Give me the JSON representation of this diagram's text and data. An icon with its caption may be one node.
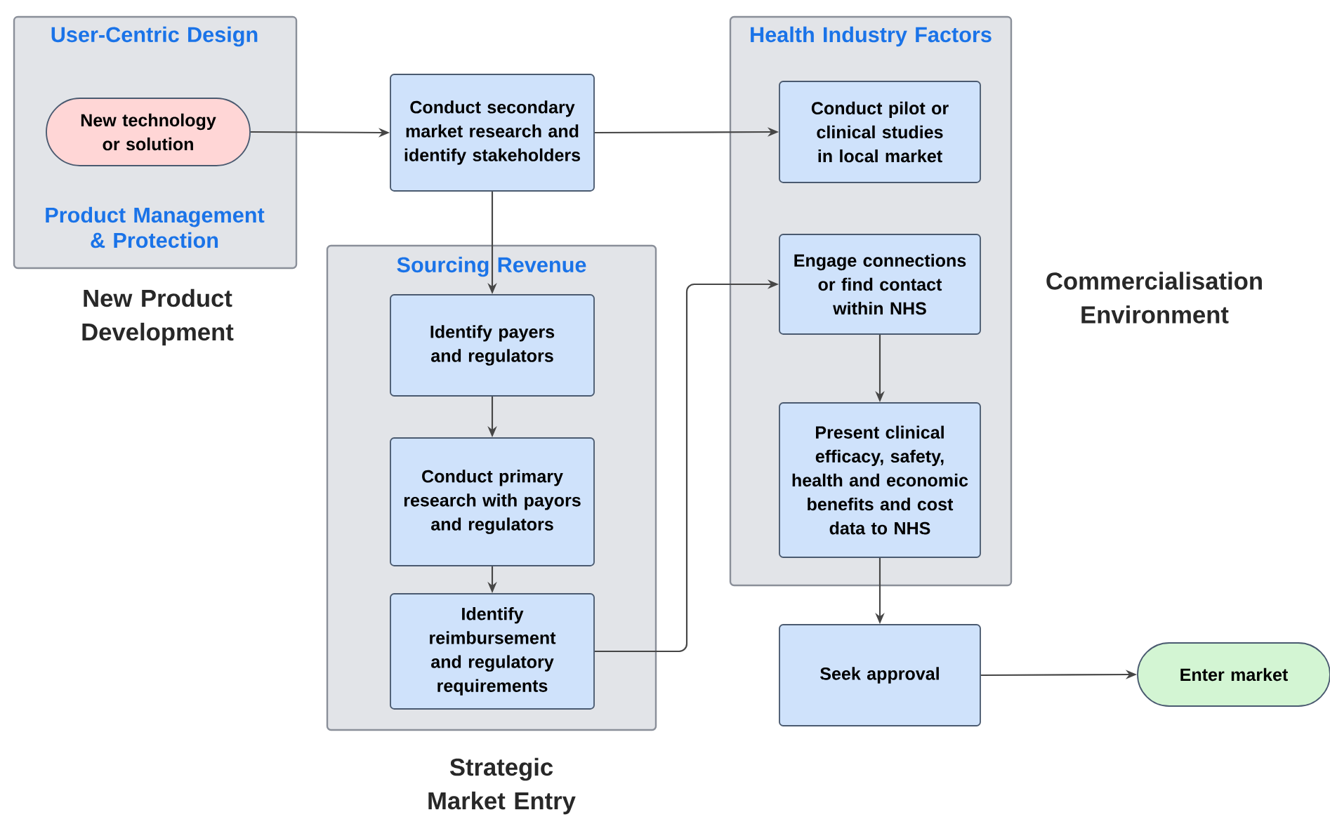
{
  "diagram": {
    "nodes": [
      {
        "text": [
          "User-Centric Design",
          "Product Management & Protection"
        ],
        "beside": [
          "New Product Development"
        ]
      },
      {
        "text": [
          "New technology or solution"
        ],
        "in": 0
      },
      {
        "text": [
          "Conduct secondary market research and identify stakeholders"
        ]
      },
      {
        "text": [
          "Sourcing Revenue"
        ],
        "beside": [
          "Strategic Market Entry"
        ]
      },
      {
        "text": [
          "Identify payers and regulators"
        ],
        "in": 3
      },
      {
        "text": [
          "Conduct primary research with payors and regulators"
        ],
        "in": 3
      },
      {
        "text": [
          "Identify reimbursement and regulatory requirements"
        ],
        "in": 3
      },
      {
        "text": [
          "Health Industry Factors"
        ],
        "beside": [
          "Commercialisation Environment"
        ]
      },
      {
        "text": [
          "Conduct pilot or clinical studies in local market"
        ],
        "in": 7
      },
      {
        "text": [
          "Engage connections or find contact within NHS"
        ],
        "in": 7
      },
      {
        "text": [
          "Present clinical efficacy, safety, health and economic benefits and cost data to NHS"
        ],
        "in": 7
      },
      {
        "text": [
          "Seek approval"
        ]
      },
      {
        "text": [
          "Enter market"
        ]
      }
    ],
    "edges": [
      {
        "from": 1,
        "to": 2,
        "arrow": "to"
      },
      {
        "from": 2,
        "to": 8,
        "arrow": "to"
      },
      {
        "from": 2,
        "to": 4,
        "arrow": "to"
      },
      {
        "from": 4,
        "to": 5,
        "arrow": "to"
      },
      {
        "from": 5,
        "to": 6,
        "arrow": "to"
      },
      {
        "from": 6,
        "to": 9,
        "arrow": "to"
      },
      {
        "from": 9,
        "to": 10,
        "arrow": "to"
      },
      {
        "from": 10,
        "to": 11,
        "arrow": "to"
      },
      {
        "from": 11,
        "to": 12,
        "arrow": "to"
      }
    ]
  }
}
